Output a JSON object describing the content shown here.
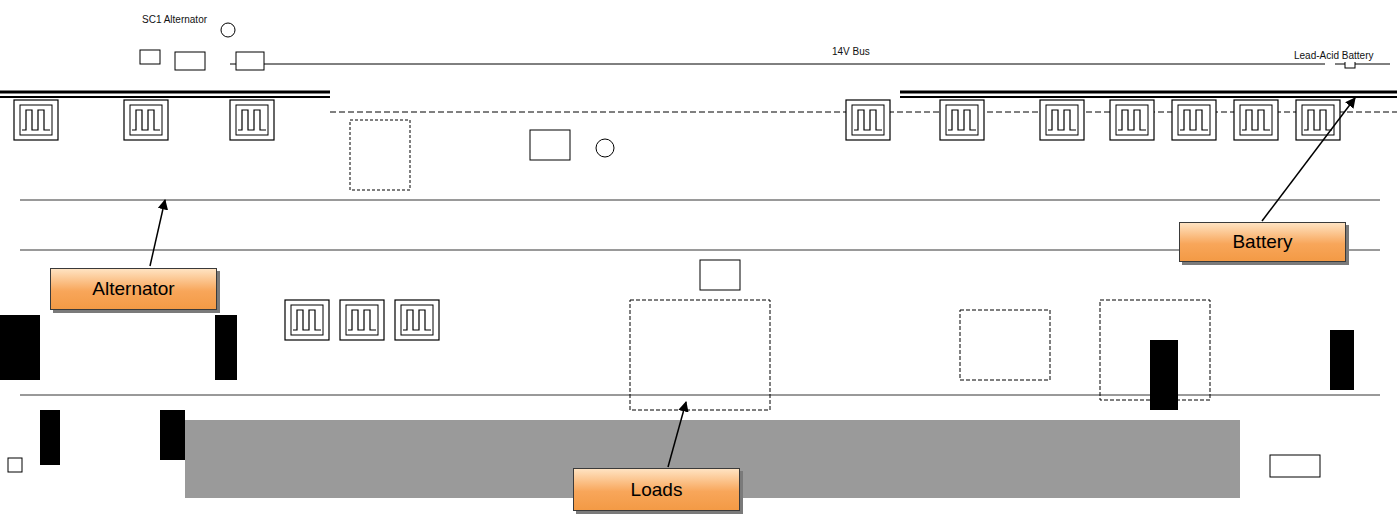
{
  "diagram": {
    "nodes": [
      {
        "text": [
          "Alternator"
        ]
      },
      {
        "text": [
          "Battery"
        ]
      },
      {
        "text": [
          "Loads"
        ]
      }
    ],
    "labels": [
      "SC1 Alternator",
      "14V Bus",
      "Lead-Acid Battery"
    ]
  }
}
